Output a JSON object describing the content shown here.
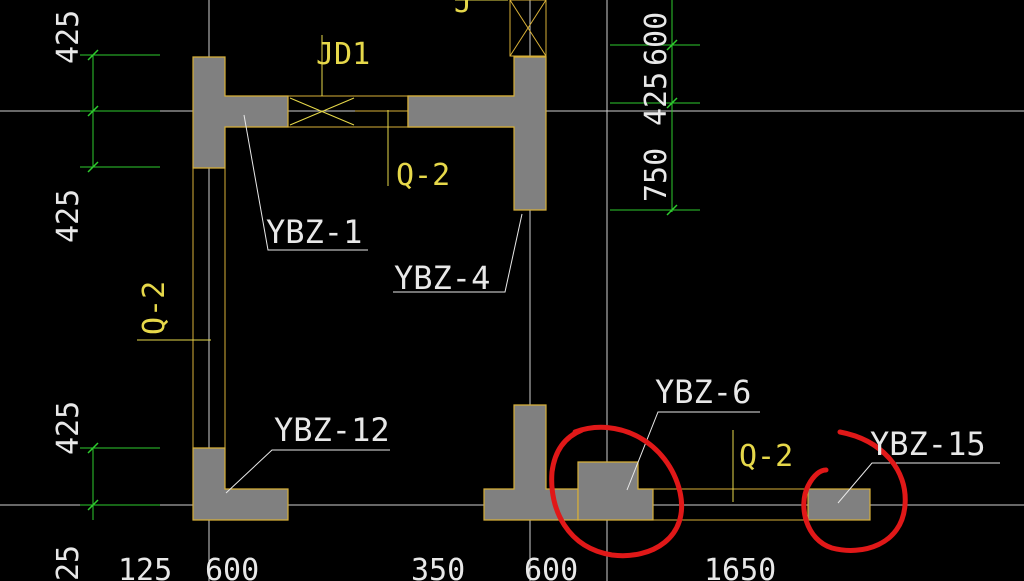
{
  "labels": {
    "jd1": "JD1",
    "q2_top": "Q-2",
    "q2_left": "Q-2",
    "q2_bottom": "Q-2",
    "ybz1": "YBZ-1",
    "ybz4": "YBZ-4",
    "ybz6": "YBZ-6",
    "ybz12": "YBZ-12",
    "ybz15": "YBZ-15",
    "top_cut": "J"
  },
  "dimensions": {
    "left": [
      "425",
      "425",
      "425",
      "25"
    ],
    "right": [
      "600",
      "425",
      "750"
    ],
    "bottom": [
      "125",
      "600",
      "350",
      "600",
      "1650"
    ]
  },
  "colors": {
    "background": "#000000",
    "wall_fill": "#808080",
    "wall_outline": "#d8b038",
    "annotation_text": "#e6d84a",
    "leader_text": "#e8e8e8",
    "dimension": "#2ecc2e",
    "axis_line": "#cfcfcf",
    "highlight_circle": "#e01818"
  }
}
